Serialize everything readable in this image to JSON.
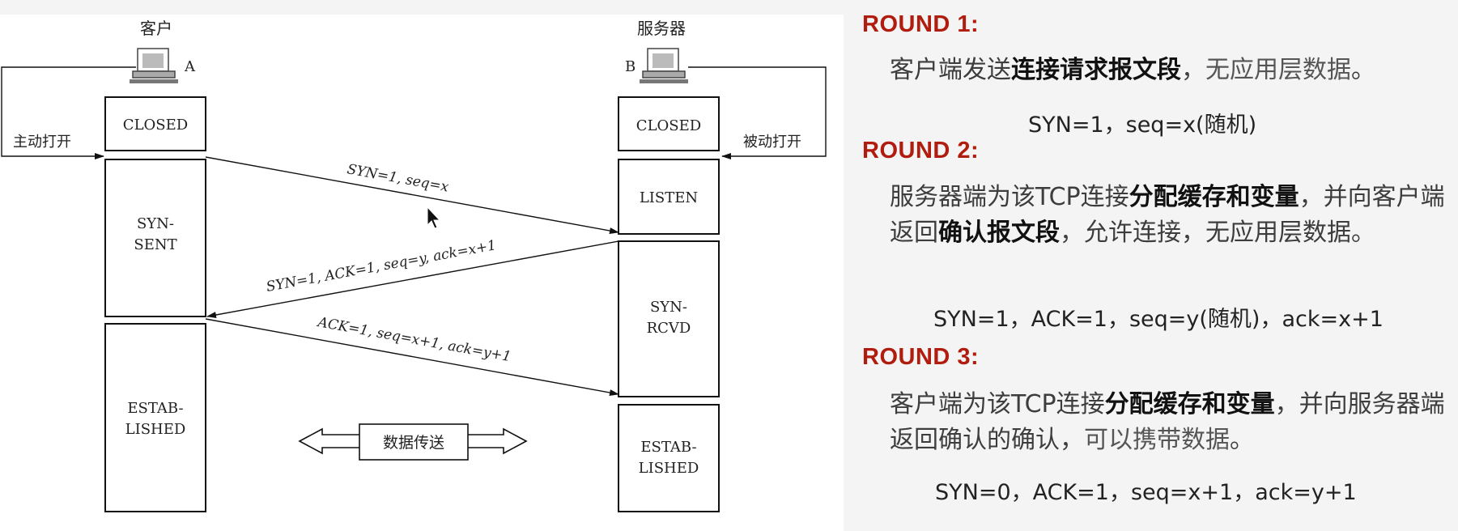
{
  "diagram": {
    "hosts": {
      "client_label": "客户",
      "client_letter": "A",
      "server_label": "服务器",
      "server_letter": "B"
    },
    "client_states": [
      "CLOSED",
      "SYN-",
      "SENT",
      "ESTAB-",
      "LISHED"
    ],
    "server_states": [
      "CLOSED",
      "LISTEN",
      "SYN-",
      "RCVD",
      "ESTAB-",
      "LISHED"
    ],
    "side_labels": {
      "active_open": "主动打开",
      "passive_open": "被动打开"
    },
    "messages": {
      "msg1": "SYN=1, seq=x",
      "msg2": "SYN=1, ACK=1, seq=y, ack=x+1",
      "msg3": "ACK=1, seq=x+1, ack=y+1"
    },
    "data_transfer": "数据传送"
  },
  "explanation": {
    "round1": {
      "title": "ROUND 1:",
      "text_a": "客户端发送",
      "bold_a": "连接请求报文段",
      "text_b": "，",
      "light_a": "无应用层数据",
      "text_c": "。",
      "params": "SYN=1，seq=x(随机)"
    },
    "round2": {
      "title": "ROUND 2:",
      "text_a": "服务器端为该TCP连接",
      "bold_a": "分配缓存和变量",
      "text_b": "，并向客户端返回",
      "bold_b": "确认报文段",
      "text_c": "，允许连接，无应用层数据。",
      "params": "SYN=1，ACK=1，seq=y(随机)，ack=x+1"
    },
    "round3": {
      "title": "ROUND 3:",
      "text_a": "客户端为该TCP连接",
      "bold_a": "分配缓存和变量",
      "text_b": "，并向服务器端返回确认的确认，",
      "light_a": "可以携带数据",
      "text_c": "。",
      "params": "SYN=0，ACK=1，seq=x+1，ack=y+1"
    }
  }
}
